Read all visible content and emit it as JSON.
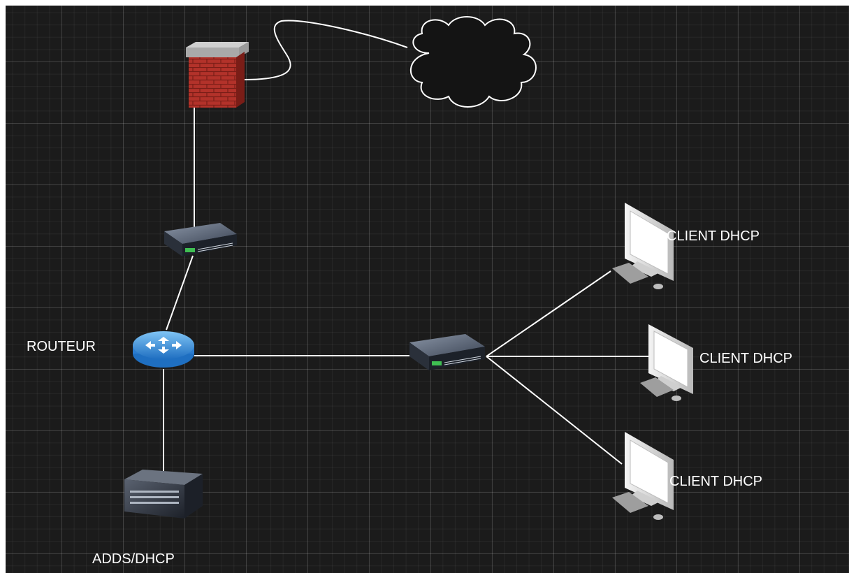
{
  "nodes": {
    "router": {
      "label": "ROUTEUR"
    },
    "server": {
      "label": "ADDS/DHCP"
    },
    "client_1": {
      "label": "CLIENT DHCP"
    },
    "client_2": {
      "label": "CLIENT DHCP"
    },
    "client_3": {
      "label": "CLIENT DHCP"
    }
  },
  "colors": {
    "canvas_background": "#1b1b1b",
    "connector": "#ffffff",
    "firewall_brick": "#b3322a",
    "router_blue": "#2f86d8"
  },
  "icons": {
    "firewall": "firewall-icon",
    "internet": "cloud-icon",
    "upper_switch": "switch-icon",
    "lower_switch": "switch-icon",
    "router": "router-icon",
    "server": "server-icon",
    "clients": "desktop-computer-icon"
  },
  "connections": [
    [
      "firewall",
      "internet"
    ],
    [
      "firewall",
      "upper_switch"
    ],
    [
      "upper_switch",
      "router"
    ],
    [
      "router",
      "lower_switch"
    ],
    [
      "router",
      "server"
    ],
    [
      "lower_switch",
      "client_1"
    ],
    [
      "lower_switch",
      "client_2"
    ],
    [
      "lower_switch",
      "client_3"
    ]
  ]
}
